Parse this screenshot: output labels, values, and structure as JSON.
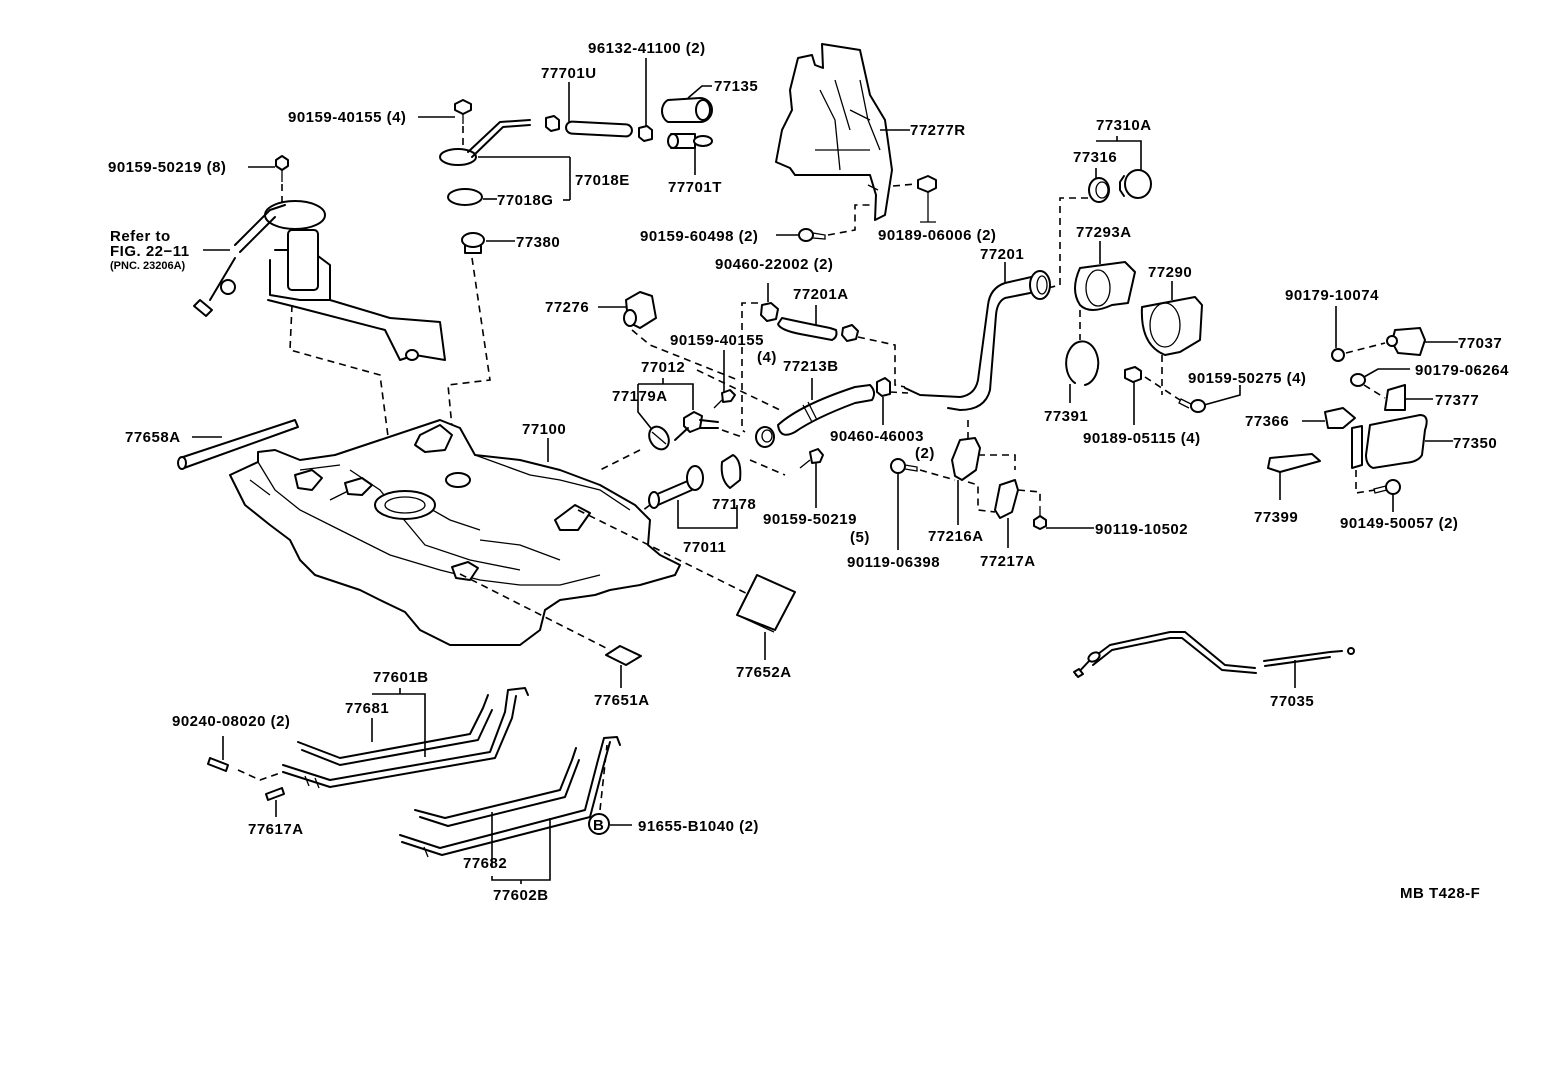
{
  "diagram": {
    "title": "Fuel Tank & Tube parts diagram",
    "figure_code": "MB T428-F",
    "reference_note": {
      "line1": "Refer to",
      "line2": "FIG. 22−11",
      "line3": "(PNC. 23206A)"
    },
    "labels": {
      "p96132_41100": "96132-41100 (2)",
      "p77701U": "77701U",
      "p77135": "77135",
      "p90159_40155_top": "90159-40155 (4)",
      "p77277R": "77277R",
      "p90159_50219_8": "90159-50219 (8)",
      "p77018E": "77018E",
      "p77701T": "77701T",
      "p77018G": "77018G",
      "p77310A": "77310A",
      "p77316": "77316",
      "p90159_60498": "90159-60498 (2)",
      "p90189_06006": "90189-06006 (2)",
      "p77380": "77380",
      "p77201": "77201",
      "p77293A": "77293A",
      "p77290": "77290",
      "p90460_22002": "90460-22002 (2)",
      "p90179_10074": "90179-10074",
      "p77276": "77276",
      "p77201A": "77201A",
      "p90159_40155_mid": "90159-40155",
      "p90159_40155_mid_qty": "(4)",
      "p77037": "77037",
      "p77012": "77012",
      "p77213B": "77213B",
      "p90179_06264": "90179-06264",
      "p77179A": "77179A",
      "p90159_50275": "90159-50275 (4)",
      "p77377": "77377",
      "p77391": "77391",
      "p77658A": "77658A",
      "p77100": "77100",
      "p90460_46003": "90460-46003",
      "p90460_46003_qty": "(2)",
      "p90189_05115": "90189-05115 (4)",
      "p77366": "77366",
      "p77350": "77350",
      "p77178": "77178",
      "p90159_50219_5": "90159-50219",
      "p90159_50219_5_qty": "(5)",
      "p77216A": "77216A",
      "p90119_10502": "90119-10502",
      "p77399": "77399",
      "p90149_50057": "90149-50057 (2)",
      "p77011": "77011",
      "p90119_06398": "90119-06398",
      "p77217A": "77217A",
      "p77652A": "77652A",
      "p77601B": "77601B",
      "p77651A": "77651A",
      "p77681": "77681",
      "p77035": "77035",
      "p90240_08020": "90240-08020 (2)",
      "p91655_B1040": "91655-B1040 (2)",
      "p77617A": "77617A",
      "p77682": "77682",
      "p77602B": "77602B",
      "bolt_marker": "B"
    }
  }
}
